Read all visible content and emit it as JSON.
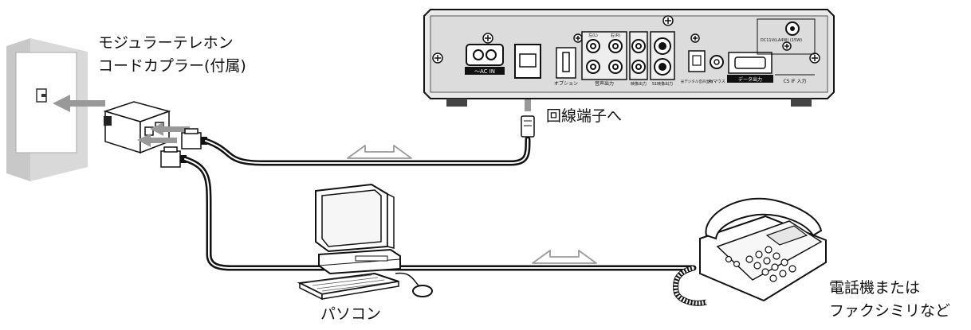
{
  "coupler_label": {
    "line1": "モジュラーテレホン",
    "line2": "コードカプラー(付属)"
  },
  "line_terminal_label": "回線端子へ",
  "pc_label": "パソコン",
  "phone_label": {
    "line1": "電話機または",
    "line2": "ファクシミリなど"
  },
  "device_panel": {
    "ac_in": "～AC  IN",
    "option": "オプション",
    "audio_out": "音声出力",
    "audio_l": "左(L)",
    "audio_r": "右(R)",
    "video_out": "映像出力",
    "s1_out": "S1映像出力",
    "digital_audio_out": "光デジタル音声出力",
    "av_mouse": "AVマウス",
    "data_out": "データ出力",
    "cs_if_in": "CS  IF  入力",
    "dc_spec": "DC11V(LA4W) (15W)"
  }
}
